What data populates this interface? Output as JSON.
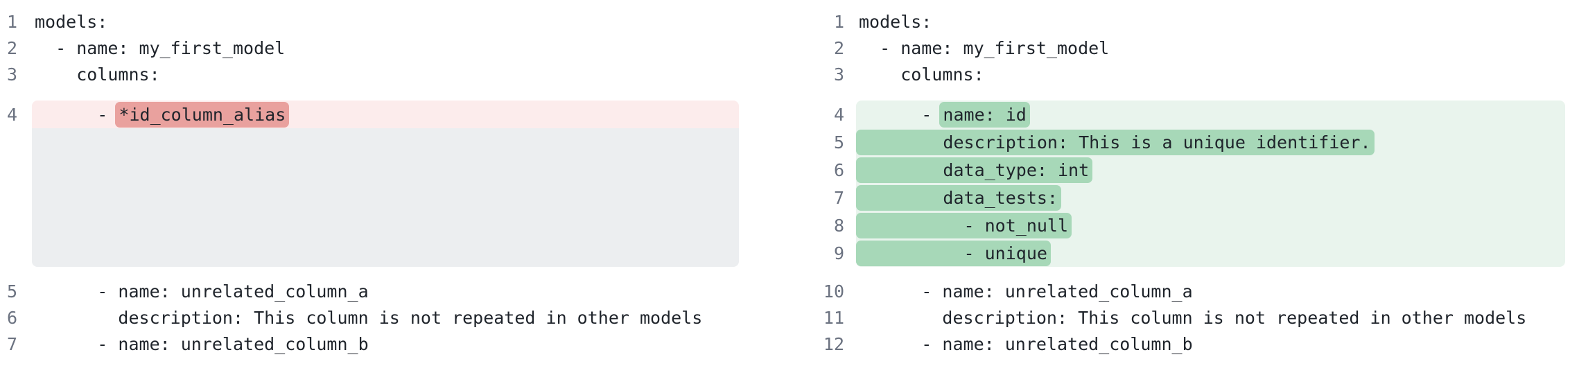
{
  "colors": {
    "text": "#1f242b",
    "line_number": "#6b7280",
    "removed_line_bg": "#fcecec",
    "removed_word_bg": "#e9a19e",
    "added_line_bg": "#e9f4ed",
    "added_word_bg": "#a7d8b8",
    "collapsed_placeholder_bg": "#eceef0",
    "page_bg": "#ffffff"
  },
  "diff": {
    "left": {
      "lines": [
        {
          "num": "1",
          "type": "context",
          "text": "models:"
        },
        {
          "num": "2",
          "type": "context",
          "text": "  - name: my_first_model"
        },
        {
          "num": "3",
          "type": "context",
          "text": "    columns:"
        },
        {
          "num": "4",
          "type": "removed",
          "prefix": "      - ",
          "highlight": "*id_column_alias",
          "suffix": ""
        },
        {
          "type": "spacer"
        },
        {
          "num": "5",
          "type": "context",
          "text": "      - name: unrelated_column_a"
        },
        {
          "num": "6",
          "type": "context",
          "text": "        description: This column is not repeated in other models"
        },
        {
          "num": "7",
          "type": "context",
          "text": "      - name: unrelated_column_b"
        }
      ]
    },
    "right": {
      "lines": [
        {
          "num": "1",
          "type": "context",
          "text": "models:"
        },
        {
          "num": "2",
          "type": "context",
          "text": "  - name: my_first_model"
        },
        {
          "num": "3",
          "type": "context",
          "text": "    columns:"
        },
        {
          "num": "4",
          "type": "added",
          "prefix": "      - ",
          "highlight": "name: id",
          "suffix": ""
        },
        {
          "num": "5",
          "type": "added",
          "prefix": "",
          "highlight": "        description: This is a unique identifier.",
          "suffix": ""
        },
        {
          "num": "6",
          "type": "added",
          "prefix": "",
          "highlight": "        data_type: int",
          "suffix": ""
        },
        {
          "num": "7",
          "type": "added",
          "prefix": "",
          "highlight": "        data_tests:",
          "suffix": ""
        },
        {
          "num": "8",
          "type": "added",
          "prefix": "",
          "highlight": "          - not_null",
          "suffix": ""
        },
        {
          "num": "9",
          "type": "added",
          "prefix": "",
          "highlight": "          - unique",
          "suffix": ""
        },
        {
          "num": "10",
          "type": "context",
          "text": "      - name: unrelated_column_a"
        },
        {
          "num": "11",
          "type": "context",
          "text": "        description: This column is not repeated in other models"
        },
        {
          "num": "12",
          "type": "context",
          "text": "      - name: unrelated_column_b"
        }
      ]
    }
  }
}
